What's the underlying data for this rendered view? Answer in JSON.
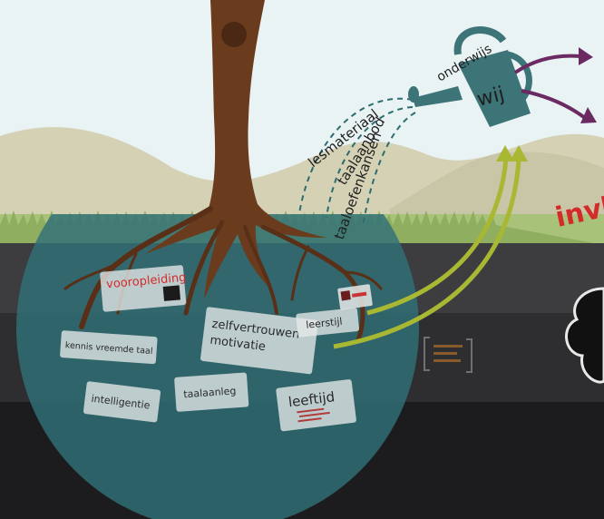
{
  "colors": {
    "sky": "#e9f3f4",
    "hills": "#d2cfb4",
    "grass": "#9fbf72",
    "soil_band": "#3c3c3f",
    "soil_dark": "#1f1f21",
    "pool": "#2f6e73",
    "trunk": "#6a3a1d",
    "watering_can": "#3d7478",
    "arrow_green": "#a7b832",
    "arrow_purple": "#6b2a62",
    "accent_red": "#d42a2a"
  },
  "water_labels": {
    "lesmateriaal": "lesmateriaal",
    "taalaanbod": "taalaanbod",
    "taaloefenkansen": "taaloefenkansen"
  },
  "watering_can": {
    "top_label": "onderwijs",
    "body_label": "wij"
  },
  "side_text": "invlo",
  "cards": {
    "vooropleiding": "vooropleiding",
    "kennis": "kennis vreemde taal",
    "zelfvertrouwen": "zelfvertrouwen",
    "motivatie": "motivatie",
    "leerstijl": "leerstijl",
    "intelligentie": "intelligentie",
    "taalaanleg": "taalaanleg",
    "leeftijd": "leeftijd"
  }
}
